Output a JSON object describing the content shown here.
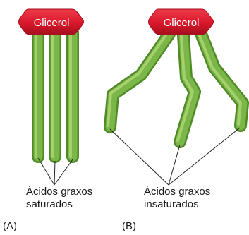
{
  "panel_a": {
    "tag": "(A)",
    "head_label": "Glicerol",
    "caption_line1": "Ácidos graxos",
    "caption_line2": "saturados"
  },
  "panel_b": {
    "tag": "(B)",
    "head_label": "Glicerol",
    "caption_line1": "Ácidos graxos",
    "caption_line2": "insaturados"
  },
  "colors": {
    "glycerol": "#d7182a",
    "glycerol_dark": "#a50f1e",
    "chain_dark": "#4f8a26",
    "chain_mid": "#7ab648",
    "chain_light": "#a6d06b",
    "pointer_line": "#222222"
  }
}
